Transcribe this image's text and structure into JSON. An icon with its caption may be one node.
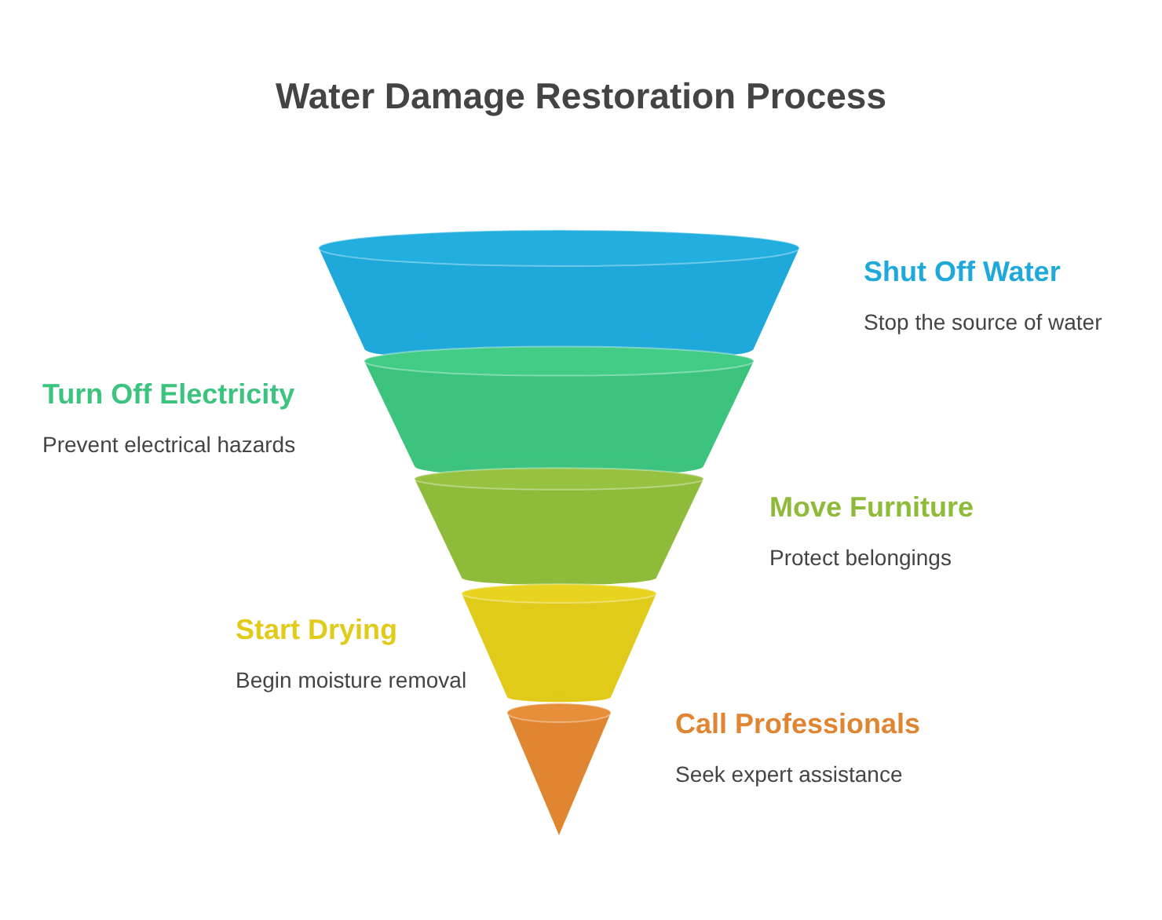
{
  "diagram": {
    "title": "Water Damage Restoration Process",
    "nodes": [
      {
        "text": [
          "Shut Off Water",
          "Stop the source of water"
        ]
      },
      {
        "text": [
          "Turn Off Electricity",
          "Prevent electrical hazards"
        ]
      },
      {
        "text": [
          "Move Furniture",
          "Protect belongings"
        ]
      },
      {
        "text": [
          "Start Drying",
          "Begin moisture removal"
        ]
      },
      {
        "text": [
          "Call Professionals",
          "Seek expert assistance"
        ]
      }
    ]
  }
}
